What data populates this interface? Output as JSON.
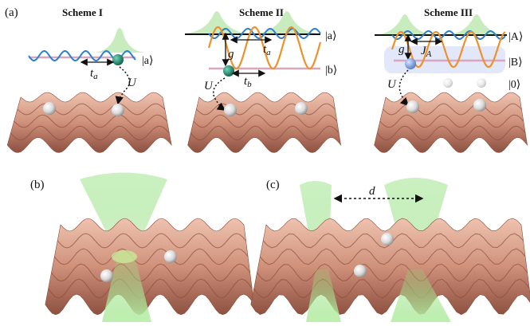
{
  "panels": {
    "a": "(a)",
    "b": "(b)",
    "c": "(c)"
  },
  "scheme1": {
    "title": "Scheme I",
    "ket_a": "|a⟩",
    "t_label": "t",
    "t_sub": "a",
    "U": "U"
  },
  "scheme2": {
    "title": "Scheme II",
    "ket_a": "|a⟩",
    "ket_b": "|b⟩",
    "g": "g",
    "ta_label": "t",
    "ta_sub": "a",
    "tb_label": "t",
    "tb_sub": "b",
    "U": "U"
  },
  "scheme3": {
    "title": "Scheme III",
    "ket_A": "|A⟩",
    "ket_B": "|B⟩",
    "ket_0": "|0⟩",
    "g": "g",
    "J_label": "J",
    "J_sub": "A",
    "U": "U"
  },
  "panel_c": {
    "d": "d"
  },
  "colors": {
    "lattice_top": "#e8b7a3",
    "lattice_mid": "#c98a74",
    "lattice_dark": "#8a4d3c",
    "blue_wave": "#2f7fd1",
    "orange_wave": "#f0902a",
    "pink_level": "#d7a7bb",
    "green_beam": "#9be28a",
    "teal_atom": "#1f8c73",
    "blue_atom": "#7aa6e8"
  }
}
